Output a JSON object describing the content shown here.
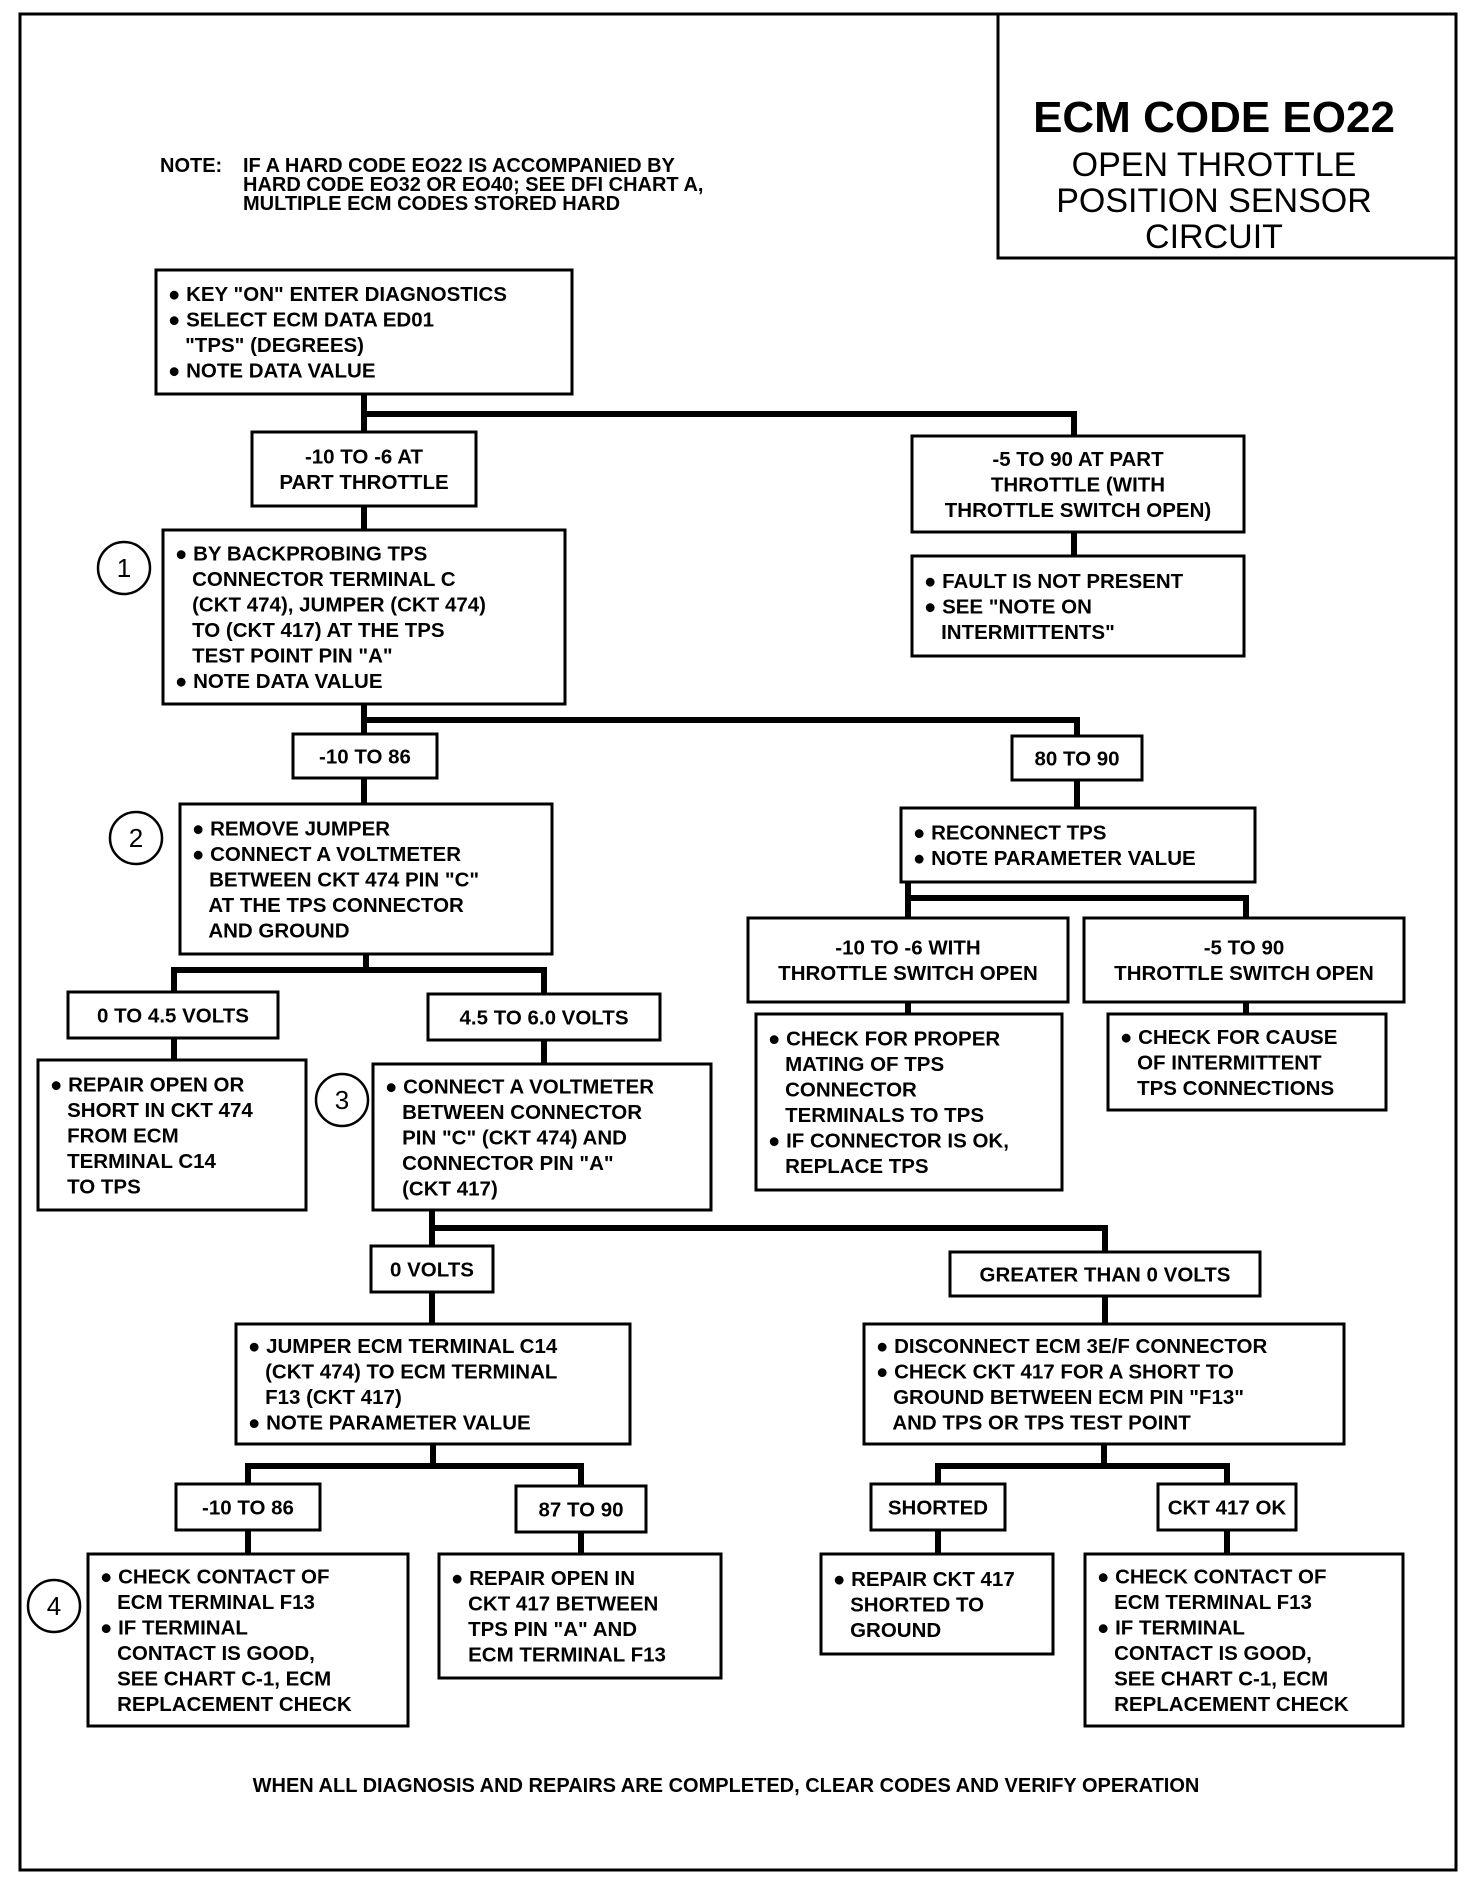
{
  "header": {
    "code": "ECM CODE EO22",
    "subtitle": [
      "OPEN THROTTLE",
      "POSITION SENSOR",
      "CIRCUIT"
    ]
  },
  "note": {
    "label": "NOTE:",
    "lines": [
      "IF A HARD CODE EO22 IS ACCOMPANIED BY",
      "HARD CODE EO32 OR EO40; SEE DFI CHART A,",
      "MULTIPLE ECM CODES STORED HARD"
    ]
  },
  "step_numbers": [
    "1",
    "2",
    "3",
    "4"
  ],
  "boxes": {
    "start": [
      "● KEY \"ON\" ENTER DIAGNOSTICS",
      "● SELECT ECM DATA ED01",
      "   \"TPS\" (DEGREES)",
      "● NOTE DATA VALUE"
    ],
    "r_m10_m6_part": [
      "-10 TO -6 AT",
      "PART THROTTLE"
    ],
    "r_m5_90_part": [
      "-5 TO 90 AT PART",
      "THROTTLE (WITH",
      "THROTTLE SWITCH OPEN)"
    ],
    "fault_not_present": [
      "● FAULT IS NOT PRESENT",
      "● SEE \"NOTE ON",
      "   INTERMITTENTS\""
    ],
    "step1": [
      "● BY BACKPROBING TPS",
      "   CONNECTOR TERMINAL C",
      "   (CKT 474), JUMPER (CKT 474)",
      "   TO (CKT 417) AT THE TPS",
      "   TEST POINT PIN \"A\"",
      "● NOTE DATA VALUE"
    ],
    "r_m10_86_a": [
      "-10 TO 86"
    ],
    "r_80_90": [
      "80 TO 90"
    ],
    "step2": [
      "● REMOVE JUMPER",
      "● CONNECT A VOLTMETER",
      "   BETWEEN CKT 474 PIN \"C\"",
      "   AT THE TPS CONNECTOR",
      "   AND GROUND"
    ],
    "reconnect": [
      "● RECONNECT TPS",
      "● NOTE PARAMETER VALUE"
    ],
    "r_m10_m6_ts": [
      "-10 TO -6 WITH",
      "THROTTLE SWITCH OPEN"
    ],
    "r_m5_90_ts": [
      "-5 TO 90",
      "THROTTLE SWITCH OPEN"
    ],
    "r_0_45v": [
      "0 TO 4.5 VOLTS"
    ],
    "r_45_60v": [
      "4.5 TO 6.0 VOLTS"
    ],
    "check_mating": [
      "● CHECK FOR PROPER",
      "   MATING OF TPS",
      "   CONNECTOR",
      "   TERMINALS TO TPS",
      "● IF CONNECTOR IS OK,",
      "   REPLACE TPS"
    ],
    "check_intermittent": [
      "● CHECK FOR CAUSE",
      "   OF INTERMITTENT",
      "   TPS CONNECTIONS"
    ],
    "repair_474": [
      "● REPAIR OPEN OR",
      "   SHORT IN CKT 474",
      "   FROM ECM",
      "   TERMINAL C14",
      "   TO TPS"
    ],
    "step3": [
      "● CONNECT A VOLTMETER",
      "   BETWEEN CONNECTOR",
      "   PIN \"C\" (CKT 474) AND",
      "   CONNECTOR PIN \"A\"",
      "   (CKT 417)"
    ],
    "r_0v": [
      "0 VOLTS"
    ],
    "r_gt0v": [
      "GREATER THAN 0 VOLTS"
    ],
    "jumper_ecm": [
      "● JUMPER ECM TERMINAL C14",
      "   (CKT 474) TO ECM TERMINAL",
      "   F13 (CKT 417)",
      "● NOTE PARAMETER VALUE"
    ],
    "disconnect": [
      "● DISCONNECT ECM 3E/F CONNECTOR",
      "● CHECK CKT 417 FOR A SHORT TO",
      "   GROUND BETWEEN ECM PIN \"F13\"",
      "   AND TPS OR TPS TEST POINT"
    ],
    "r_m10_86_b": [
      "-10 TO 86"
    ],
    "r_87_90": [
      "87 TO 90"
    ],
    "r_shorted": [
      "SHORTED"
    ],
    "r_ckt417ok": [
      "CKT 417 OK"
    ],
    "check_f13_a": [
      "● CHECK CONTACT OF",
      "   ECM TERMINAL F13",
      "● IF TERMINAL",
      "   CONTACT IS GOOD,",
      "   SEE CHART C-1, ECM",
      "   REPLACEMENT CHECK"
    ],
    "repair_417_open": [
      "● REPAIR OPEN IN",
      "   CKT 417 BETWEEN",
      "   TPS PIN \"A\" AND",
      "   ECM TERMINAL F13"
    ],
    "repair_417_short": [
      "● REPAIR CKT 417",
      "   SHORTED TO",
      "   GROUND"
    ],
    "check_f13_b": [
      "● CHECK CONTACT OF",
      "   ECM TERMINAL F13",
      "● IF TERMINAL",
      "   CONTACT IS GOOD,",
      "   SEE CHART C-1, ECM",
      "   REPLACEMENT CHECK"
    ]
  },
  "footer": "WHEN ALL DIAGNOSIS AND REPAIRS ARE COMPLETED, CLEAR CODES AND VERIFY OPERATION"
}
